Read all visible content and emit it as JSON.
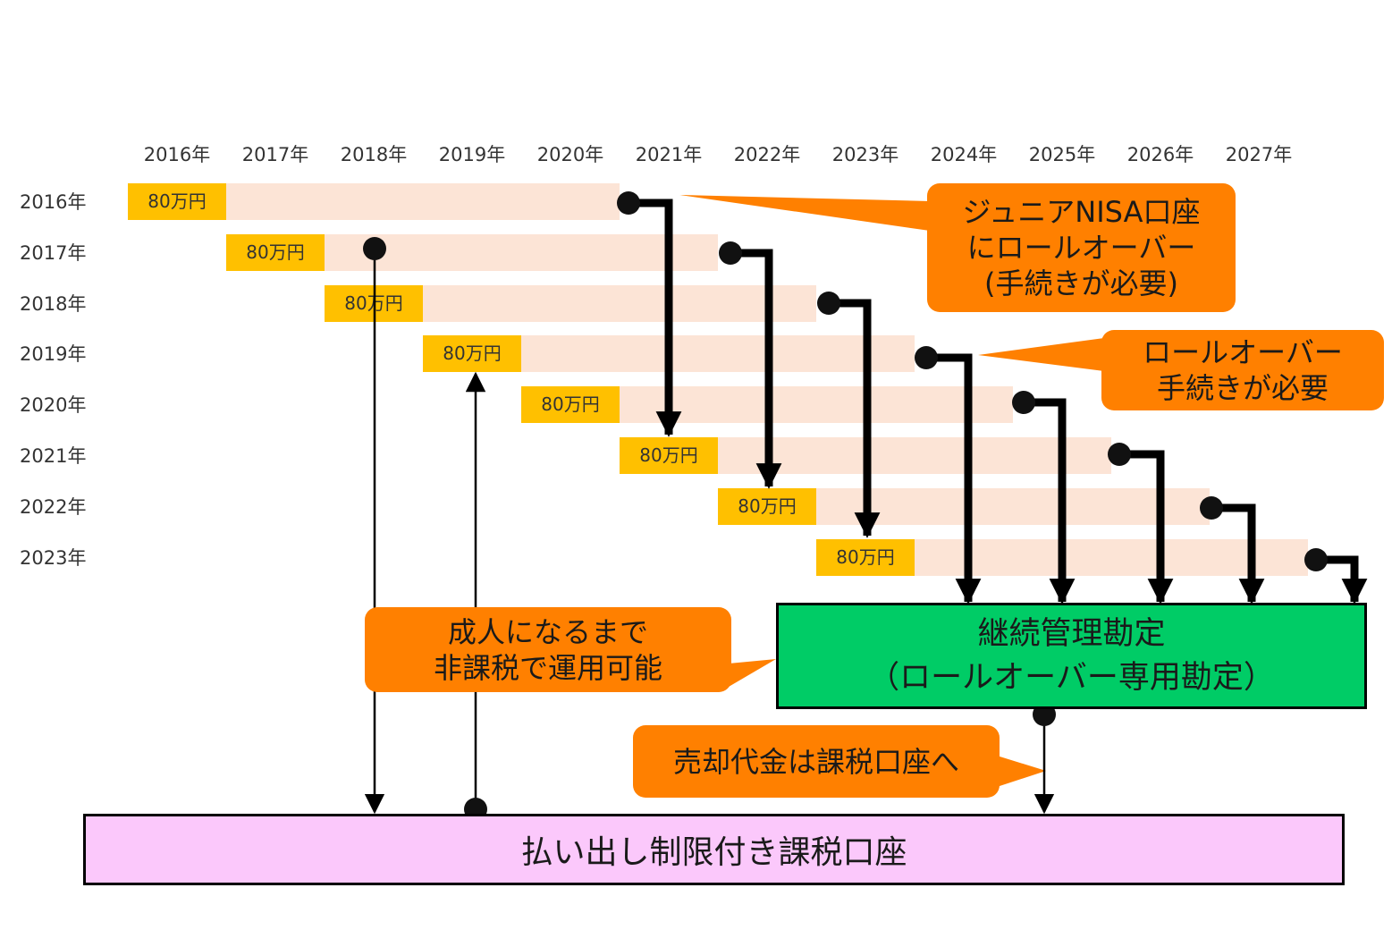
{
  "timeline": {
    "column_years": [
      "2016年",
      "2017年",
      "2018年",
      "2019年",
      "2020年",
      "2021年",
      "2022年",
      "2023年",
      "2024年",
      "2025年",
      "2026年",
      "2027年"
    ],
    "rows": [
      {
        "year_label": "2016年",
        "amount": "80万円"
      },
      {
        "year_label": "2017年",
        "amount": "80万円"
      },
      {
        "year_label": "2018年",
        "amount": "80万円"
      },
      {
        "year_label": "2019年",
        "amount": "80万円"
      },
      {
        "year_label": "2020年",
        "amount": "80万円"
      },
      {
        "year_label": "2021年",
        "amount": "80万円"
      },
      {
        "year_label": "2022年",
        "amount": "80万円"
      },
      {
        "year_label": "2023年",
        "amount": "80万円"
      }
    ]
  },
  "callouts": {
    "junior_rollover": "ジュニアNISA口座\nにロールオーバー\n(手続きが必要)",
    "rollover_procedure": "ロールオーバー\n手続きが必要",
    "tax_free_until_adult": "成人になるまで\n非課税で運用可能",
    "proceeds_to_taxable": "売却代金は課税口座へ"
  },
  "continuing_account": "継続管理勘定\n（ロールオーバー専用勘定）",
  "restricted_taxable_account": "払い出し制限付き課税口座",
  "colors": {
    "amount_fill": "#ffc000",
    "band_fill": "#fce4d6",
    "callout_orange": "#ff8000",
    "continuing_green": "#00cc66",
    "taxable_pink": "#fbc8fb"
  }
}
